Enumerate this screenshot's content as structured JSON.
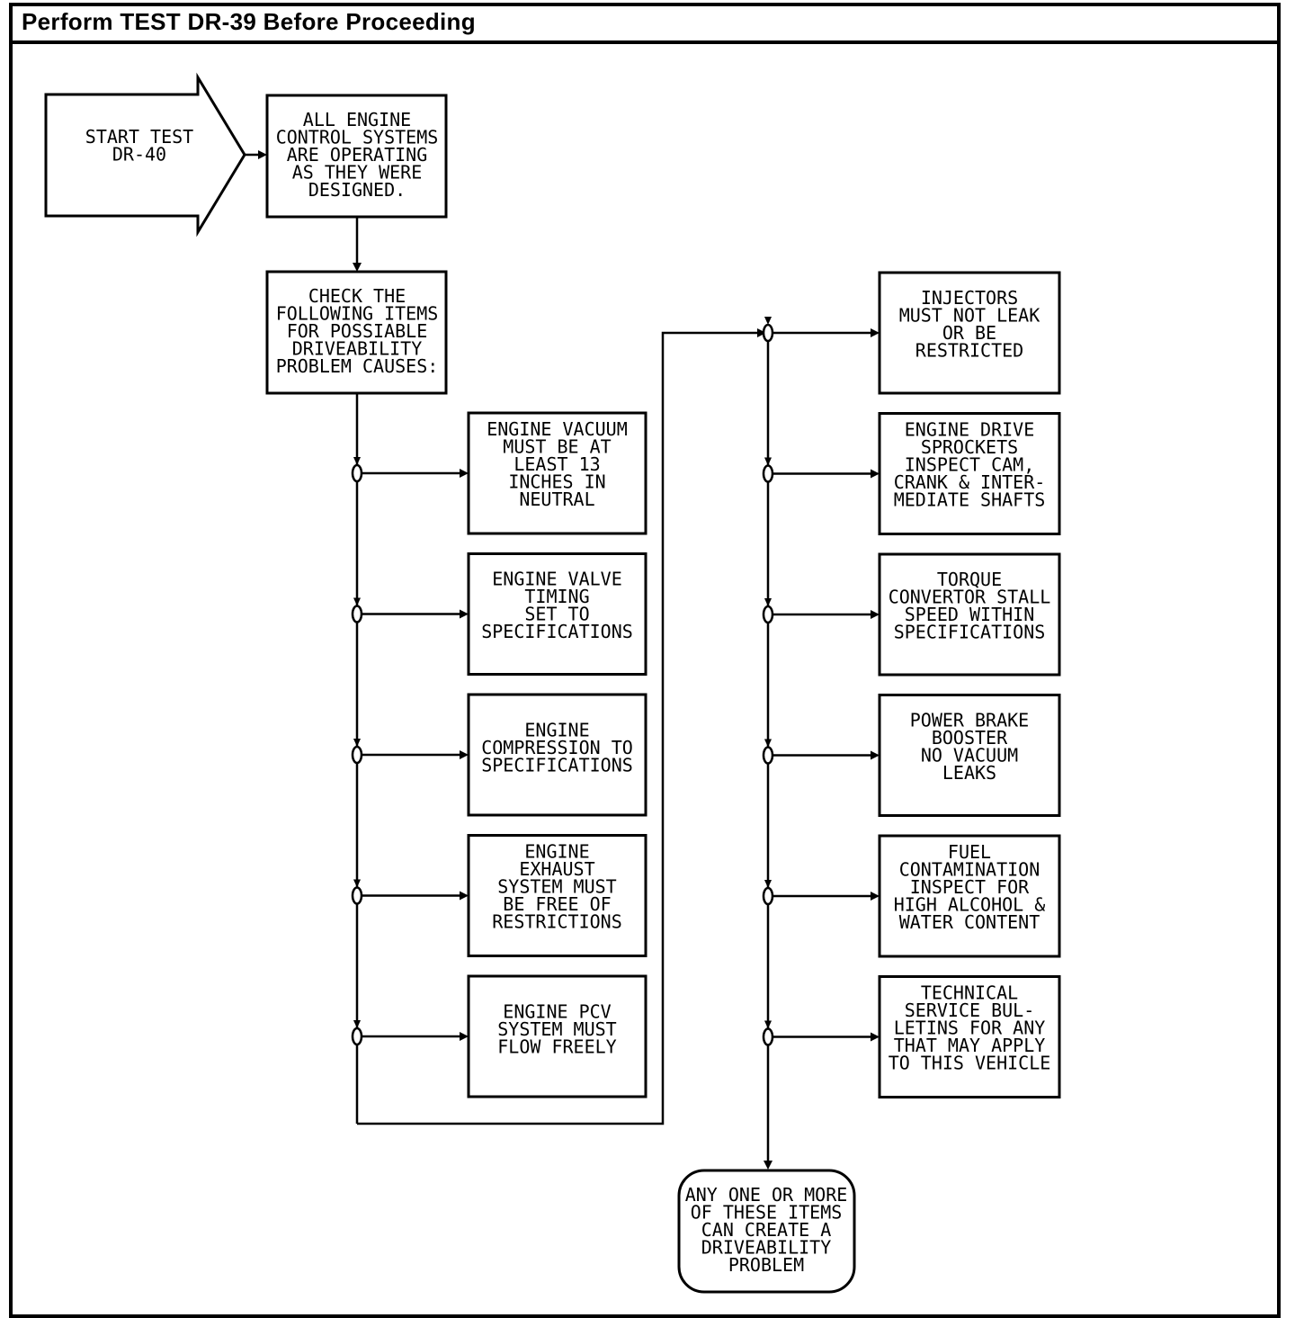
{
  "header": {
    "title": "Perform TEST DR-39 Before Proceeding"
  },
  "flow": {
    "start": {
      "lines": [
        "START TEST",
        "DR-40"
      ]
    },
    "intro": {
      "lines": [
        "ALL ENGINE",
        "CONTROL SYSTEMS",
        "ARE OPERATING",
        "AS THEY WERE",
        "DESIGNED."
      ]
    },
    "check": {
      "lines": [
        "CHECK THE",
        "FOLLOWING ITEMS",
        "FOR POSSIABLE",
        "DRIVEABILITY",
        "PROBLEM CAUSES:"
      ]
    },
    "left_items": [
      {
        "lines": [
          "ENGINE VACUUM",
          "MUST BE AT",
          "LEAST 13",
          "INCHES IN",
          "NEUTRAL"
        ]
      },
      {
        "lines": [
          "ENGINE VALVE",
          "TIMING",
          "SET TO",
          "SPECIFICATIONS"
        ]
      },
      {
        "lines": [
          "ENGINE",
          "COMPRESSION TO",
          "SPECIFICATIONS"
        ]
      },
      {
        "lines": [
          "ENGINE",
          "EXHAUST",
          "SYSTEM MUST",
          "BE FREE OF",
          "RESTRICTIONS"
        ]
      },
      {
        "lines": [
          "ENGINE PCV",
          "SYSTEM MUST",
          "FLOW FREELY"
        ]
      }
    ],
    "right_items": [
      {
        "lines": [
          "INJECTORS",
          "MUST NOT LEAK",
          "OR BE",
          "RESTRICTED"
        ]
      },
      {
        "lines": [
          "ENGINE DRIVE",
          "SPROCKETS",
          "INSPECT CAM,",
          "CRANK & INTER-",
          "MEDIATE SHAFTS"
        ]
      },
      {
        "lines": [
          "TORQUE",
          "CONVERTOR STALL",
          "SPEED WITHIN",
          "SPECIFICATIONS"
        ]
      },
      {
        "lines": [
          "POWER BRAKE",
          "BOOSTER",
          "NO VACUUM",
          "LEAKS"
        ]
      },
      {
        "lines": [
          "FUEL",
          "CONTAMINATION",
          "INSPECT FOR",
          "HIGH ALCOHOL &",
          "WATER CONTENT"
        ]
      },
      {
        "lines": [
          "TECHNICAL",
          "SERVICE BUL-",
          "LETINS FOR ANY",
          "THAT MAY APPLY",
          "TO THIS VEHICLE"
        ]
      }
    ],
    "conclusion": {
      "lines": [
        "ANY ONE OR MORE",
        "OF THESE ITEMS",
        "CAN CREATE A",
        "DRIVEABILITY",
        "PROBLEM"
      ]
    }
  }
}
